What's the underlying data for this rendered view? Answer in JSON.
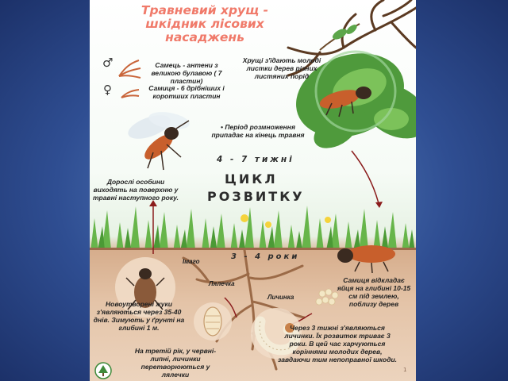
{
  "title": [
    "Травневий хрущ -",
    "шкідник лісових",
    "насаджень"
  ],
  "sex_info": {
    "male_symbol": "♂",
    "female_symbol": "♀",
    "male_text": "Самець - антени з великою булавою ( 7 пластин)",
    "female_text": "Самиця - 6 дрібніших і коротших пластин"
  },
  "top_right_text": "Хрущі з'їдають молоді листки дерев різних листяних порід",
  "breeding_text": "Період розмноження припадає на кінець травня",
  "weeks": "4 - 7 тижні",
  "cycle_line1": "ЦИКЛ",
  "cycle_line2": "РОЗВИТКУ",
  "adults_text": "Дорослі особини виходять на поверхню у травні наступного року.",
  "years": "3 - 4 роки",
  "imago_label": "Імаго",
  "pupa_label": "Лялечка",
  "larva_label": "Личинка",
  "eggs_text": "Самиця відкладає яйця на глибині 10-15 см під землею, поблизу дерев",
  "newborn_text": "Новоутворені жуки з'являються через 35-40 днів. Зимують у ґрунті на глибині 1 м.",
  "third_year_text": "На третій рік, у червні-липні, личинки перетворюються у лялечки",
  "larvae_text": "Через 3 тижні з'являються личинки. Їх розвиток триває 3 роки. В цей час харчуються коріннями молодих дерев, завдаючи тим непоправної шкоди.",
  "page_number": "1"
}
